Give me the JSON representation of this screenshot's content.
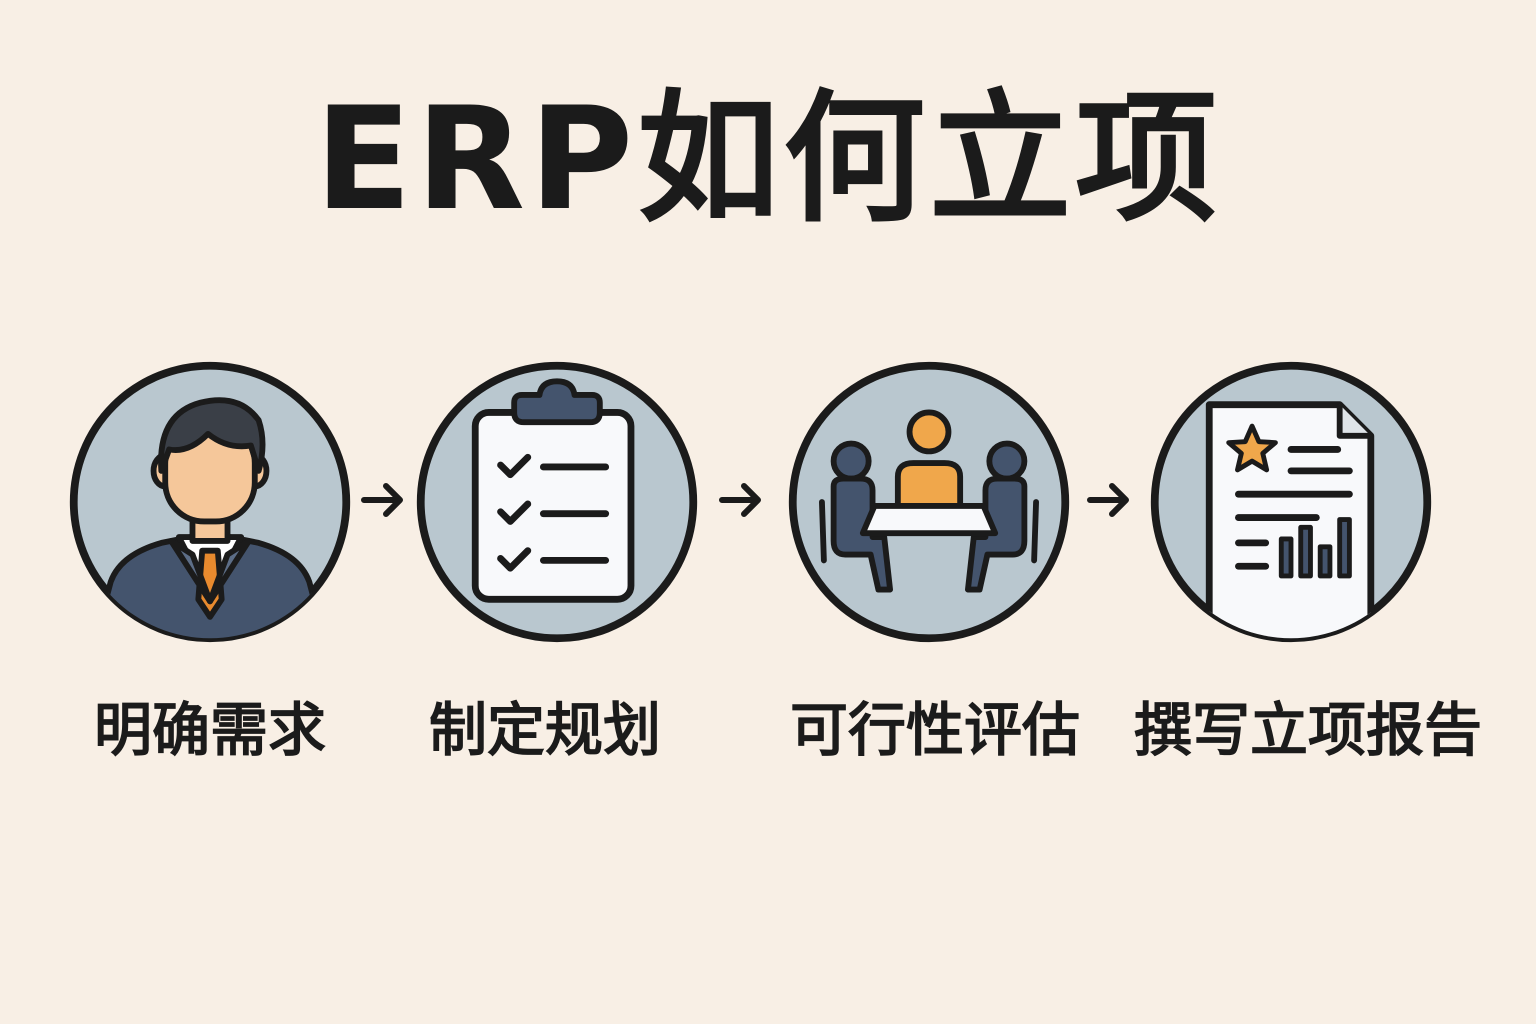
{
  "title": "ERP如何立项",
  "colors": {
    "background": "#f8efe5",
    "circle_fill": "#b9c7cf",
    "outline": "#1b1b1b",
    "navy": "#44546d",
    "skin": "#f5c79a",
    "orange": "#f0a74b",
    "tie": "#e88a2e",
    "shirt": "#ffffff",
    "paper": "#f8f9fb"
  },
  "steps": [
    {
      "label": "明确需求",
      "icon": "businessman-icon"
    },
    {
      "label": "制定规划",
      "icon": "clipboard-checklist-icon"
    },
    {
      "label": "可行性评估",
      "icon": "meeting-table-icon"
    },
    {
      "label": "撰写立项报告",
      "icon": "report-document-icon"
    }
  ],
  "connectors": [
    "arrow-right-icon",
    "arrow-right-icon",
    "arrow-right-icon"
  ]
}
